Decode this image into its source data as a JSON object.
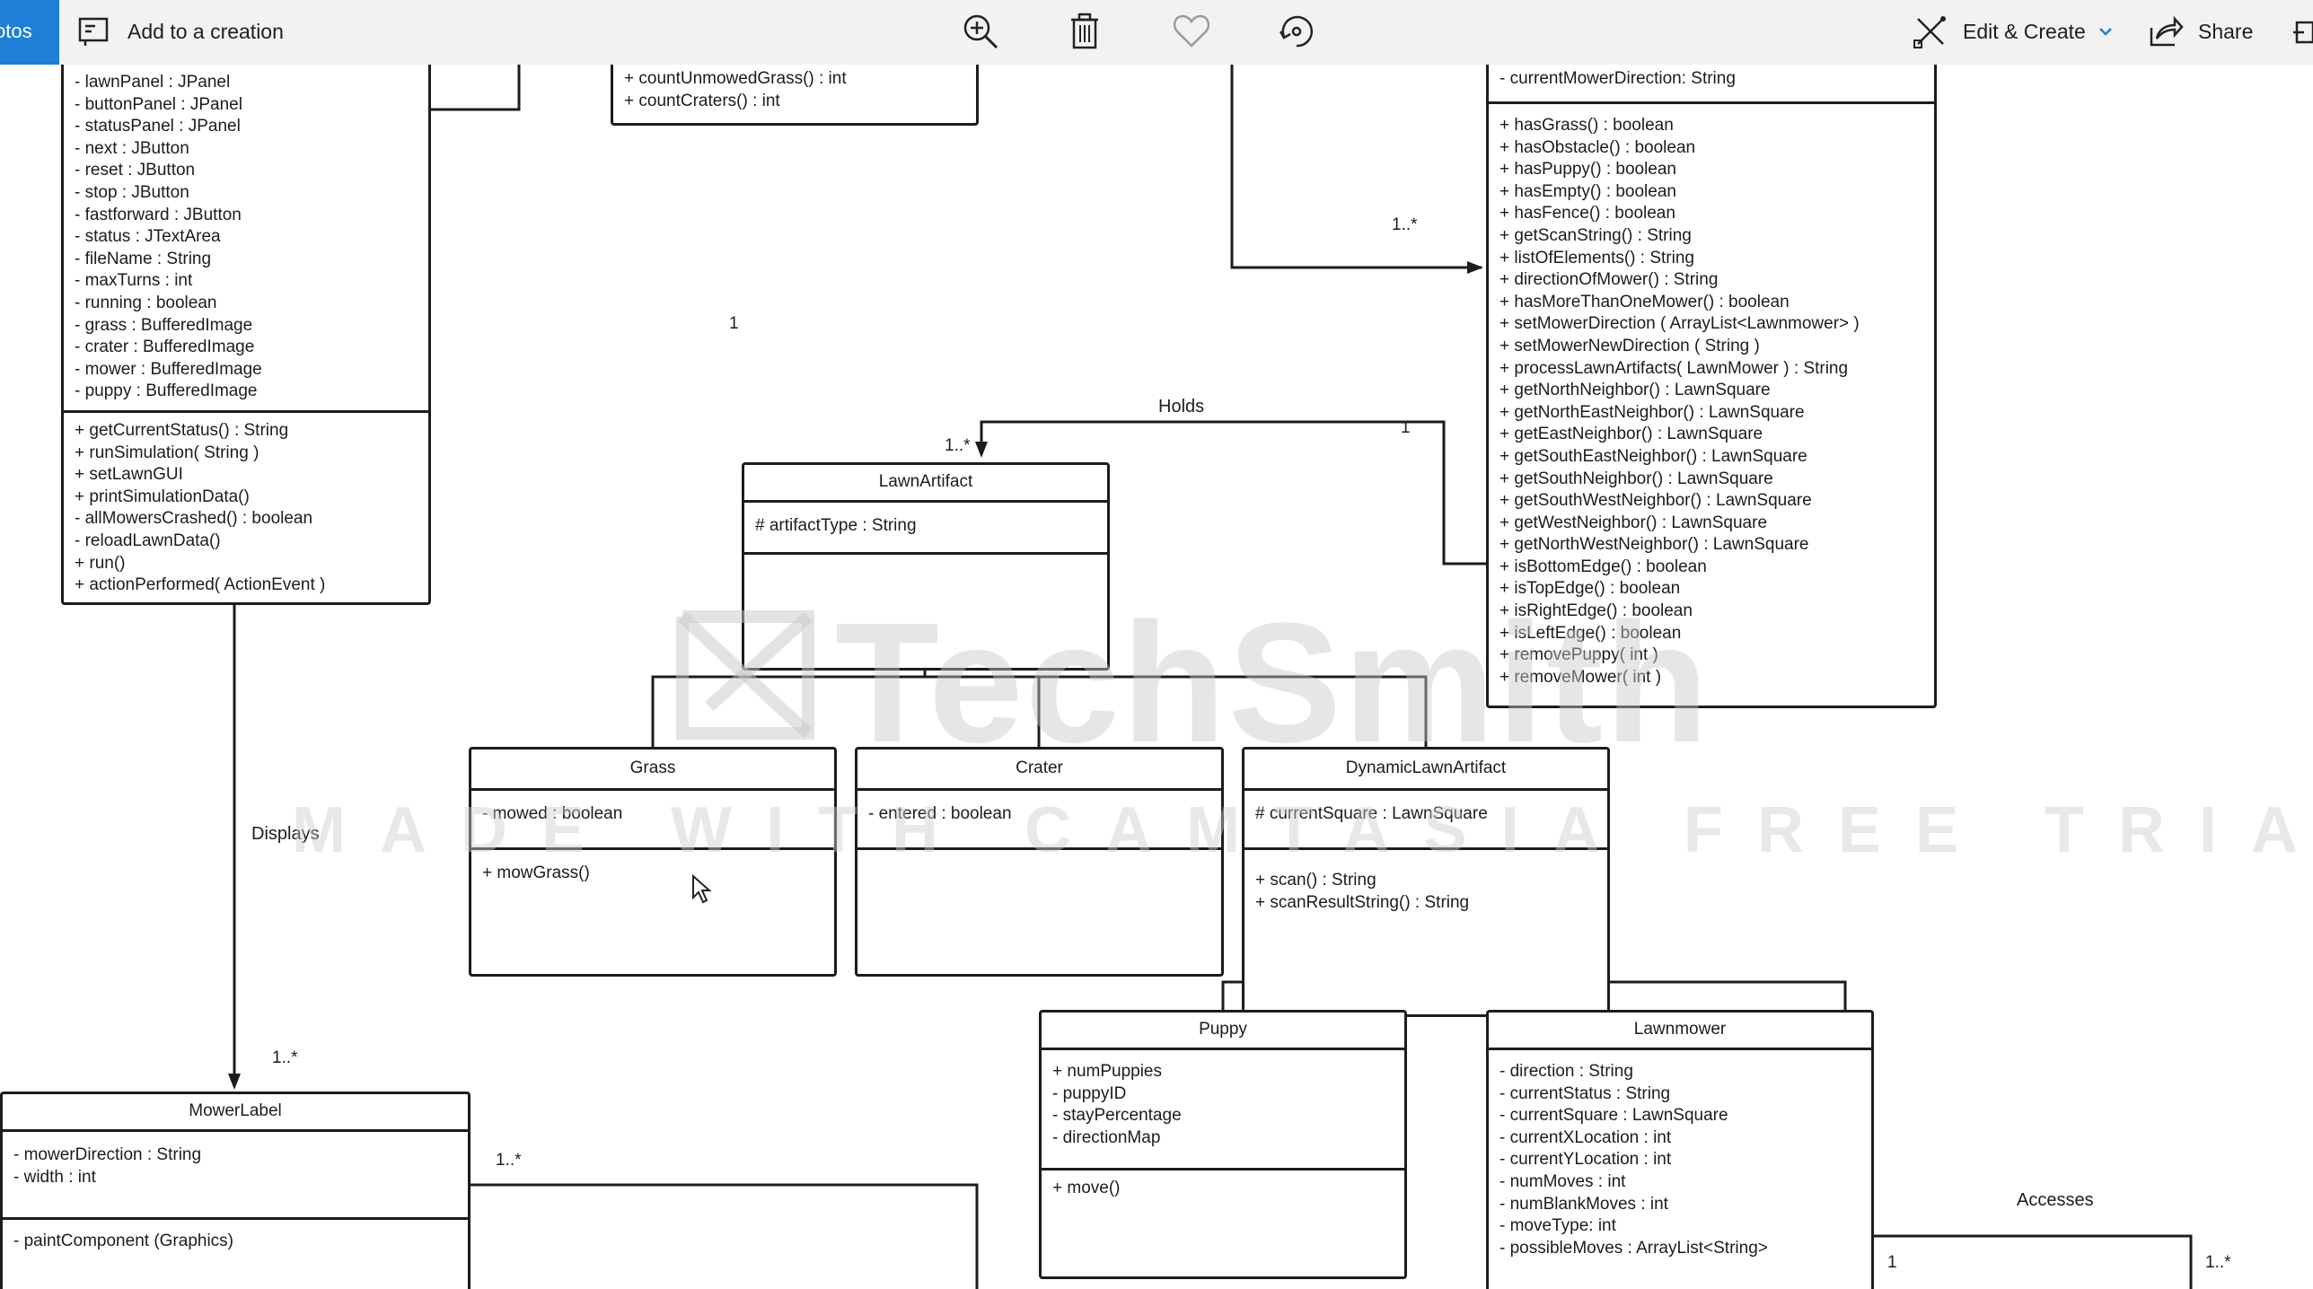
{
  "toolbar": {
    "tab_label": "otos",
    "add_to_creation": "Add to a creation",
    "zoom_icon": "zoom-in-icon",
    "delete_icon": "trash-icon",
    "favorite_icon": "heart-icon",
    "rotate_icon": "rotate-icon",
    "edit_create": "Edit & Create",
    "share": "Share",
    "accent": "#1f7fd6"
  },
  "diagram": {
    "gui_class": {
      "attributes": [
        "- lawnPanel : JPanel",
        "- buttonPanel : JPanel",
        "- statusPanel : JPanel",
        "- next : JButton",
        "- reset : JButton",
        "- stop : JButton",
        "- fastforward : JButton",
        "- status : JTextArea",
        "- fileName : String",
        "- maxTurns : int",
        "- running : boolean",
        "- grass : BufferedImage",
        "- crater : BufferedImage",
        "- mower : BufferedImage",
        "- puppy : BufferedImage"
      ],
      "methods": [
        "+ getCurrentStatus() : String",
        "+ runSimulation( String )",
        "+ setLawnGUI",
        "+ printSimulationData()",
        "- allMowersCrashed() : boolean",
        "- reloadLawnData()",
        "+ run()",
        "+ actionPerformed( ActionEvent )"
      ]
    },
    "lawn_class": {
      "methods": [
        "+ countUnmowedGrass() : int",
        "+ countCraters() : int"
      ]
    },
    "lawn_square": {
      "attribute": "- currentMowerDirection: String",
      "methods": [
        "+ hasGrass() : boolean",
        "+ hasObstacle() : boolean",
        "+ hasPuppy() : boolean",
        "+ hasEmpty() : boolean",
        "+ hasFence() : boolean",
        "+ getScanString() : String",
        "+ listOfElements() : String",
        "+ directionOfMower() : String",
        "+ hasMoreThanOneMower() : boolean",
        "+ setMowerDirection ( ArrayList<Lawnmower> )",
        "+ setMowerNewDirection ( String )",
        "+ processLawnArtifacts( LawnMower ) : String",
        "+ getNorthNeighbor() : LawnSquare",
        "+ getNorthEastNeighbor() : LawnSquare",
        "+ getEastNeighbor() : LawnSquare",
        "+ getSouthEastNeighbor() : LawnSquare",
        "+ getSouthNeighbor() : LawnSquare",
        "+ getSouthWestNeighbor() : LawnSquare",
        "+ getWestNeighbor() : LawnSquare",
        "+ getNorthWestNeighbor() : LawnSquare",
        "+ isBottomEdge() : boolean",
        "+ isTopEdge() : boolean",
        "+ isRightEdge() : boolean",
        "+ isLeftEdge() : boolean",
        "+ removePuppy( int )",
        "+ removeMower( int )"
      ]
    },
    "lawn_artifact": {
      "name": "LawnArtifact",
      "attribute": "# artifactType : String"
    },
    "grass": {
      "name": "Grass",
      "attribute": "- mowed : boolean",
      "method": "+ mowGrass()"
    },
    "crater": {
      "name": "Crater",
      "attribute": "- entered : boolean"
    },
    "dynamic": {
      "name": "DynamicLawnArtifact",
      "attribute": "# currentSquare : LawnSquare",
      "methods": [
        "+ scan() : String",
        "+ scanResultString() : String"
      ]
    },
    "puppy": {
      "name": "Puppy",
      "attributes": [
        "+ numPuppies",
        "- puppyID",
        "- stayPercentage",
        "- directionMap"
      ],
      "method": "+ move()"
    },
    "lawnmower": {
      "name": "Lawnmower",
      "attributes": [
        "- direction : String",
        "- currentStatus : String",
        "- currentSquare : LawnSquare",
        "- currentXLocation : int",
        "- currentYLocation : int",
        "- numMoves : int",
        "- numBlankMoves : int",
        "- moveType: int",
        "- possibleMoves : ArrayList<String>"
      ]
    },
    "mower_label": {
      "name": "MowerLabel",
      "attributes": [
        "- mowerDirection : String",
        "- width : int"
      ],
      "method": "- paintComponent (Graphics)"
    },
    "labels": {
      "one_a": "1",
      "many_a": "1..*",
      "holds": "Holds",
      "many_holds": "1..*",
      "one_holds": "1",
      "displays": "Displays",
      "many_displays": "1..*",
      "many_mowerlabel": "1..*",
      "accesses": "Accesses",
      "one_accesses": "1",
      "many_accesses": "1..*"
    },
    "watermark": {
      "brand": "TechSmith",
      "caption": "MADE WITH CAMTASIA FREE TRIAL"
    }
  }
}
